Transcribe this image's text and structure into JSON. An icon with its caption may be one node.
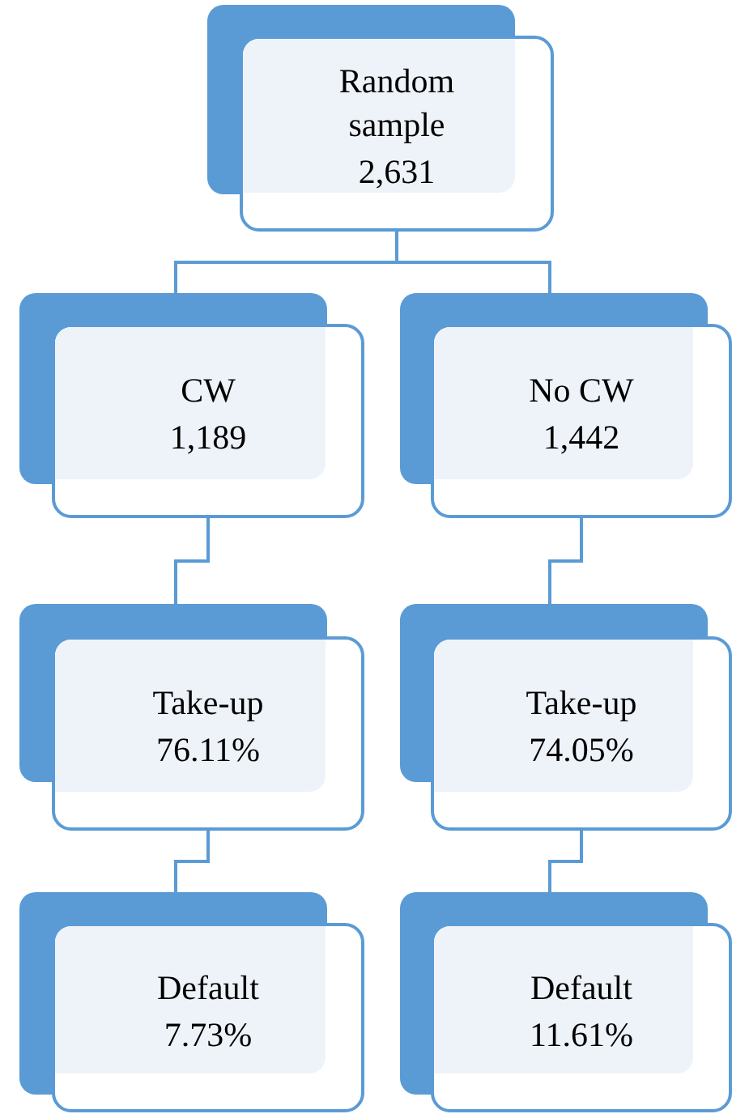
{
  "diagram": {
    "nodes": [
      {
        "text": [
          "Random sample",
          "2,631"
        ]
      },
      {
        "text": [
          "CW",
          "1,189"
        ]
      },
      {
        "text": [
          "No CW",
          "1,442"
        ]
      },
      {
        "text": [
          "Take-up",
          "76.11%"
        ]
      },
      {
        "text": [
          "Take-up",
          "74.05%"
        ]
      },
      {
        "text": [
          "Default",
          "7.73%"
        ]
      },
      {
        "text": [
          "Default",
          "11.61%"
        ]
      }
    ],
    "edges": [
      {
        "from": 0,
        "to": 1,
        "arrow": "none"
      },
      {
        "from": 0,
        "to": 2,
        "arrow": "none"
      },
      {
        "from": 1,
        "to": 3,
        "arrow": "none"
      },
      {
        "from": 2,
        "to": 4,
        "arrow": "none"
      },
      {
        "from": 3,
        "to": 5,
        "arrow": "none"
      },
      {
        "from": 4,
        "to": 6,
        "arrow": "none"
      }
    ]
  }
}
